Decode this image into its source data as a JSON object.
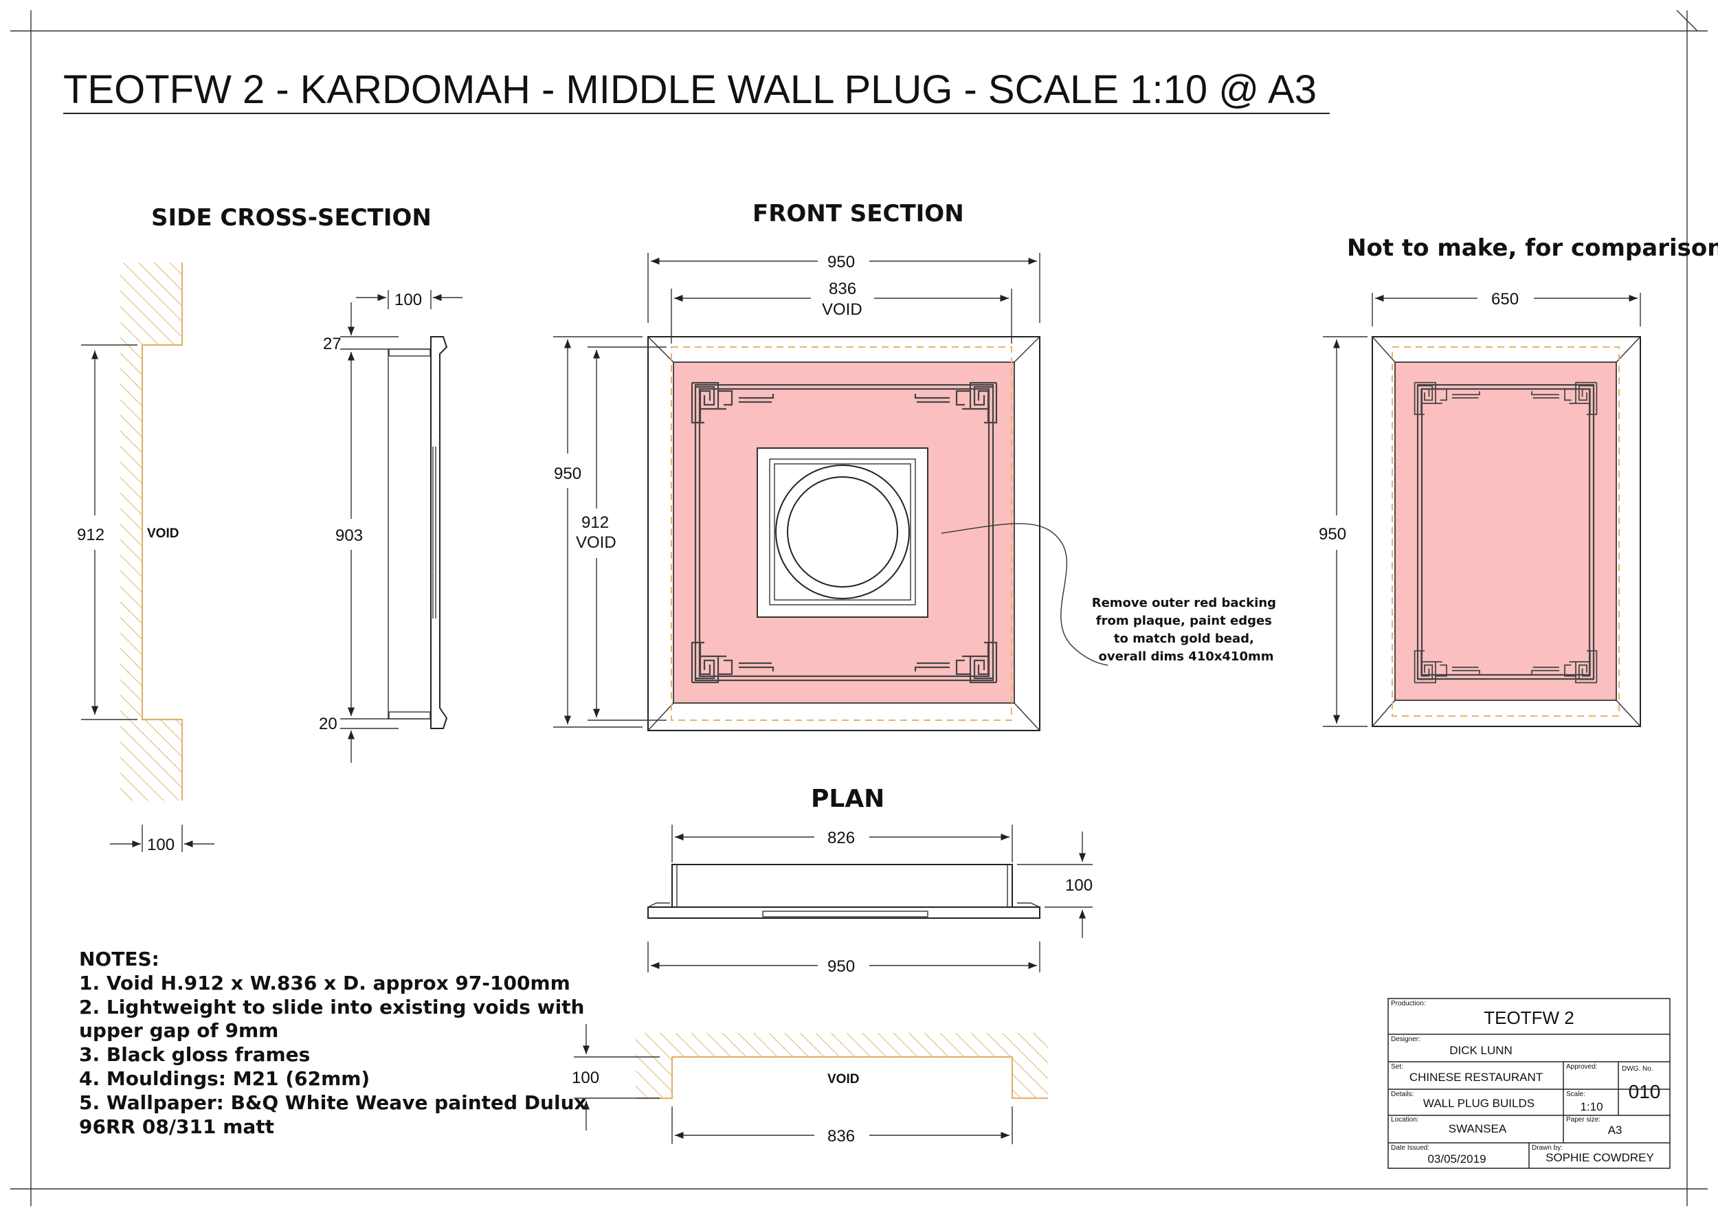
{
  "title": "TEOTFW 2 - KARDOMAH - MIDDLE WALL PLUG - SCALE 1:10 @ A3",
  "headings": {
    "side": "SIDE CROSS-SECTION",
    "front": "FRONT SECTION",
    "plan": "PLAN",
    "comparison": "Not to make, for comparison"
  },
  "side_dims": {
    "height_912": "912",
    "void": "VOID",
    "width_100": "100",
    "depth_100": "100",
    "top_27": "27",
    "mid_903": "903",
    "bottom_20": "20"
  },
  "front_dims": {
    "outer_950": "950",
    "inner_836": "836",
    "inner_836_void": "VOID",
    "height_950": "950",
    "height_912": "912",
    "height_912_void": "VOID"
  },
  "comparison_dims": {
    "width_650": "650",
    "height_950": "950"
  },
  "plan_dims": {
    "top_826": "826",
    "depth_100": "100",
    "bottom_950": "950"
  },
  "void_dims": {
    "depth_100": "100",
    "void": "VOID",
    "width_836": "836"
  },
  "annotation": [
    "Remove outer red backing",
    "from plaque, paint edges",
    "to match gold bead,",
    "overall dims 410x410mm"
  ],
  "notes": [
    "NOTES:",
    "1. Void H.912 x W.836 x D. approx 97-100mm",
    "2. Lightweight to slide into existing voids with",
    "upper gap of 9mm",
    "3. Black gloss frames",
    "4. Mouldings: M21 (62mm)",
    "5. Wallpaper: B&Q White Weave painted Dulux",
    "96RR 08/311 matt"
  ],
  "title_block": {
    "production_label": "Production:",
    "production": "TEOTFW 2",
    "designer_label": "Designer:",
    "designer": "DICK LUNN",
    "set_label": "Set:",
    "set": "CHINESE RESTAURANT",
    "approved_label": "Approved:",
    "dwg_label": "DWG. No.",
    "dwg": "010",
    "details_label": "Details:",
    "details": "WALL PLUG BUILDS",
    "scale_label": "Scale:",
    "scale": "1:10",
    "location_label": "Location:",
    "location": "SWANSEA",
    "paper_label": "Paper size:",
    "paper": "A3",
    "date_label": "Date Issued:",
    "date": "03/05/2019",
    "drawn_label": "Drawn by:",
    "drawn": "SOPHIE COWDREY"
  },
  "colors": {
    "panel_fill": "#fbbfbf",
    "hatch": "#e2b26a",
    "line": "#222222"
  }
}
